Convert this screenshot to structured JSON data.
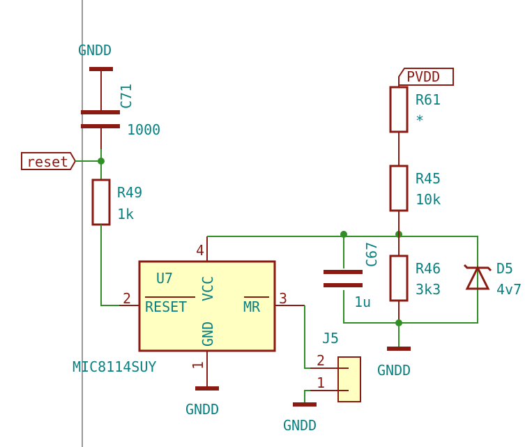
{
  "power": {
    "gndd": "GNDD",
    "pvdd": "PVDD"
  },
  "net_labels": {
    "reset": "reset"
  },
  "components": {
    "c71": {
      "ref": "C71",
      "value": "1000"
    },
    "r49": {
      "ref": "R49",
      "value": "1k"
    },
    "r61": {
      "ref": "R61",
      "value": "*"
    },
    "r45": {
      "ref": "R45",
      "value": "10k"
    },
    "r46": {
      "ref": "R46",
      "value": "3k3"
    },
    "c67": {
      "ref": "C67",
      "value": "1u"
    },
    "d5": {
      "ref": "D5",
      "value": "4v7"
    },
    "u7": {
      "ref": "U7",
      "value": "MIC8114SUY",
      "pins": {
        "reset": "RESET",
        "vcc": "VCC",
        "gnd": "GND",
        "mr": "MR"
      },
      "pin_numbers": {
        "reset": "2",
        "vcc": "4",
        "gnd": "1",
        "mr": "3"
      }
    },
    "j5": {
      "ref": "J5",
      "pin_numbers": {
        "p1": "1",
        "p2": "2"
      }
    }
  }
}
